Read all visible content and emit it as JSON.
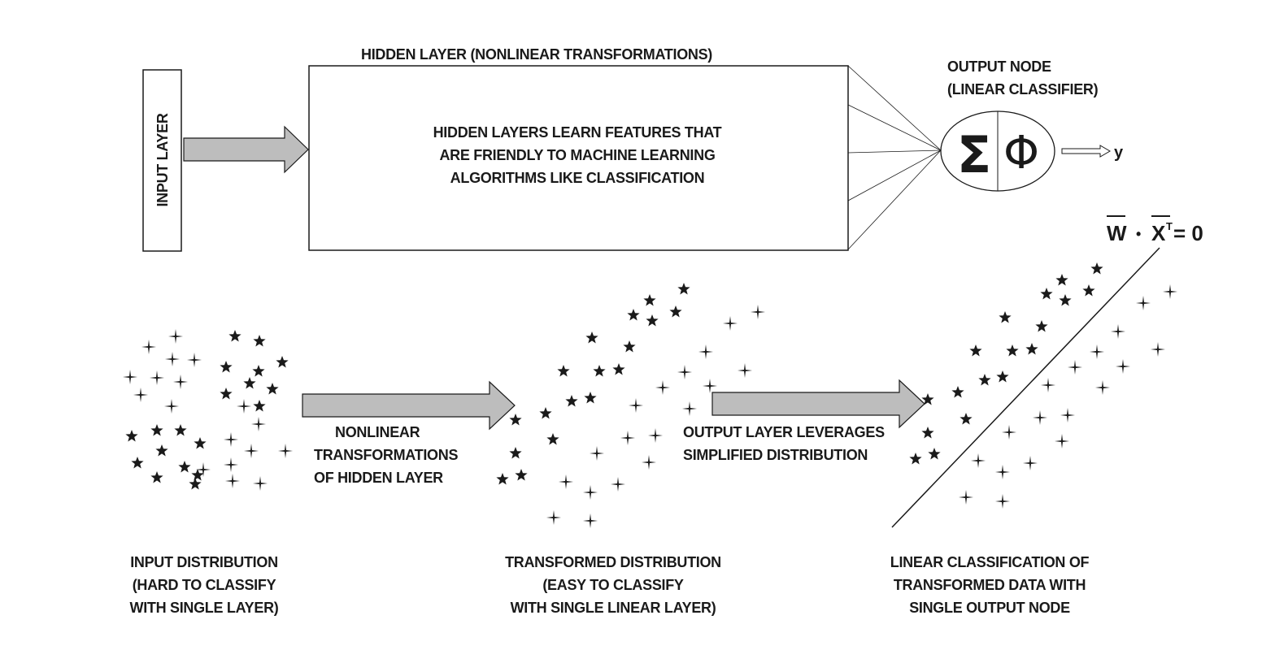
{
  "diagram": {
    "title": "Neural network hidden layers transform data for linear classification",
    "input_layer": {
      "label": "INPUT LAYER"
    },
    "hidden_layer": {
      "title": "HIDDEN LAYER (NONLINEAR TRANSFORMATIONS)",
      "description": [
        "HIDDEN LAYERS LEARN FEATURES THAT",
        "ARE FRIENDLY TO MACHINE LEARNING",
        "ALGORITHMS LIKE CLASSIFICATION"
      ]
    },
    "output_node": {
      "title": [
        "OUTPUT NODE",
        "(LINEAR CLASSIFIER)"
      ],
      "sum_symbol": "Σ",
      "activation_symbol": "Φ",
      "output_label": "y"
    },
    "decision_boundary": {
      "equation": {
        "w": "W",
        "dot": "•",
        "x": "X",
        "superscript": "T",
        "rhs": "= 0"
      }
    },
    "arrows": {
      "hidden_to_transformed": [
        "NONLINEAR",
        "TRANSFORMATIONS",
        "OF HIDDEN LAYER"
      ],
      "transformed_to_linear": [
        "OUTPUT LAYER LEVERAGES",
        "SIMPLIFIED DISTRIBUTION"
      ]
    },
    "captions": {
      "input": [
        "INPUT DISTRIBUTION",
        "(HARD TO CLASSIFY",
        "WITH SINGLE LAYER)"
      ],
      "transformed": [
        "TRANSFORMED DISTRIBUTION",
        "(EASY TO CLASSIFY",
        "WITH SINGLE LINEAR LAYER)"
      ],
      "linear": [
        "LINEAR CLASSIFICATION OF",
        "TRANSFORMED DATA WITH",
        "SINGLE OUTPUT NODE"
      ]
    },
    "marker_classes": [
      {
        "name": "class-a",
        "symbol": "five-point star",
        "glyph": "★"
      },
      {
        "name": "class-b",
        "symbol": "four-point star",
        "glyph": "✦"
      }
    ],
    "colors": {
      "arrow_fill": "#bdbdbd",
      "stroke": "#1a1a1a",
      "text": "#1a1a1a"
    }
  }
}
